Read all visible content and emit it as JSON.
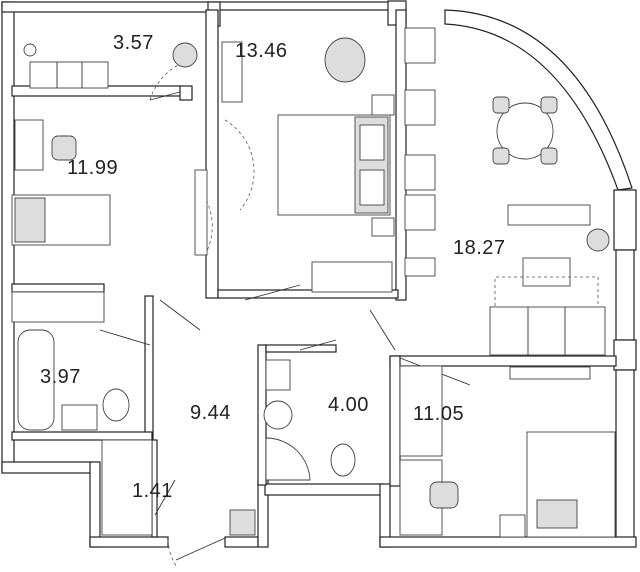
{
  "plan": {
    "rooms": [
      {
        "id": "balcony",
        "area": "3.57"
      },
      {
        "id": "bedroom",
        "area": "13.46"
      },
      {
        "id": "room-left",
        "area": "11.99"
      },
      {
        "id": "kitchen-living",
        "area": "18.27"
      },
      {
        "id": "bathroom",
        "area": "3.97"
      },
      {
        "id": "hallway",
        "area": "9.44"
      },
      {
        "id": "shower-room",
        "area": "4.00"
      },
      {
        "id": "room-right",
        "area": "11.05"
      },
      {
        "id": "closet",
        "area": "1.41"
      }
    ]
  }
}
